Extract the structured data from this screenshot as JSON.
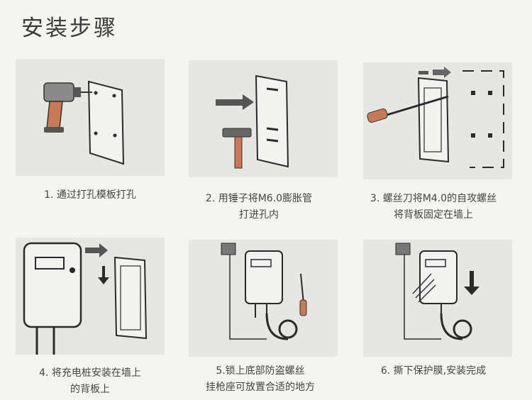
{
  "title": "安装步骤",
  "steps": [
    {
      "lines": [
        "1. 通过打孔模板打孔"
      ]
    },
    {
      "lines": [
        "2. 用锤子将M6.0膨胀管",
        "打进孔内"
      ]
    },
    {
      "lines": [
        "3. 螺丝刀将M4.0的自攻螺丝",
        "将背板固定在墙上"
      ]
    },
    {
      "lines": [
        "4. 将充电桩安装在墙上",
        "的背板上"
      ]
    },
    {
      "lines": [
        "5.锁上底部防盗螺丝",
        "挂枪座可放置合适的地方"
      ]
    },
    {
      "lines": [
        "6. 撕下保护膜,安装完成"
      ]
    }
  ]
}
